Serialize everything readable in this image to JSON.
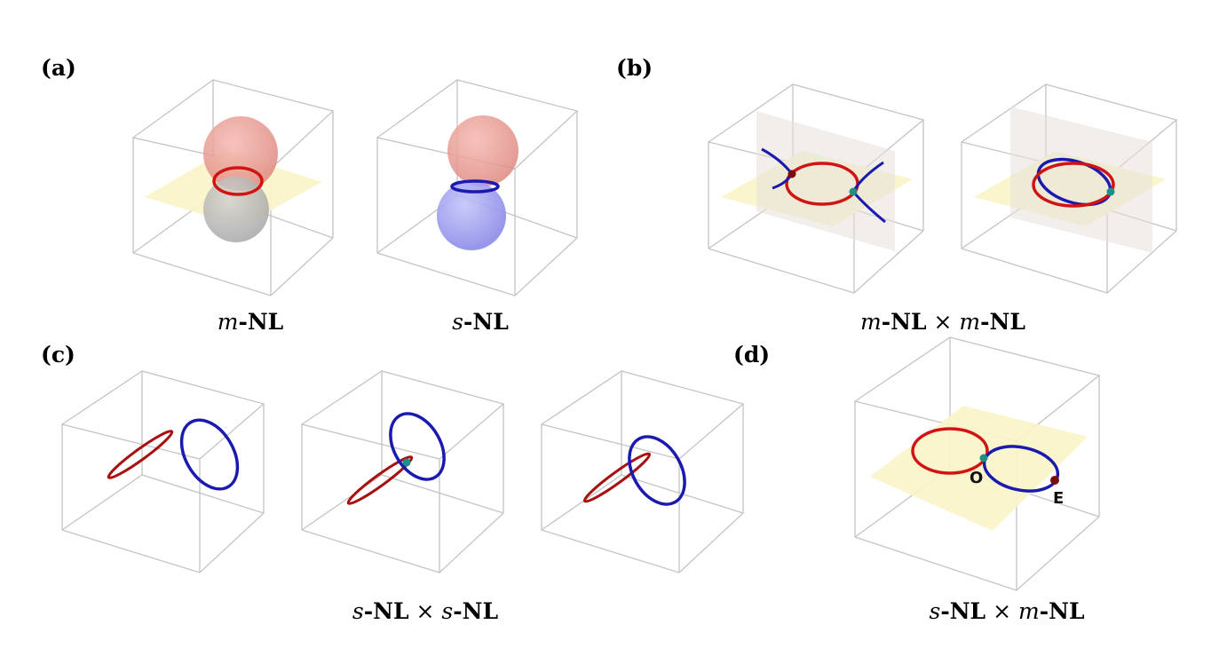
{
  "panels": {
    "a": {
      "label": "(a)",
      "captions": [
        {
          "var": "m",
          "rest": "-NL"
        },
        {
          "var": "s",
          "rest": "-NL"
        }
      ]
    },
    "b": {
      "label": "(b)",
      "caption": {
        "v1": "m",
        "r1": "-NL",
        "op": "×",
        "v2": "m",
        "r2": "-NL"
      }
    },
    "c": {
      "label": "(c)",
      "caption": {
        "v1": "s",
        "r1": "-NL",
        "op": "×",
        "v2": "s",
        "r2": "-NL"
      }
    },
    "d": {
      "label": "(d)",
      "caption": {
        "v1": "s",
        "r1": "-NL",
        "op": "×",
        "v2": "m",
        "r2": "-NL"
      },
      "points": {
        "o": "O",
        "e": "E"
      }
    }
  },
  "colors": {
    "red_loop": "#d01414",
    "blue_loop": "#1a1ab0",
    "yellow_plane": "#fbf4c8",
    "gray_plane": "#e6e0dc",
    "box_edge": "#c4c4c4",
    "crossing_point": "#1e8f86",
    "end_point": "#7a0e0e"
  }
}
